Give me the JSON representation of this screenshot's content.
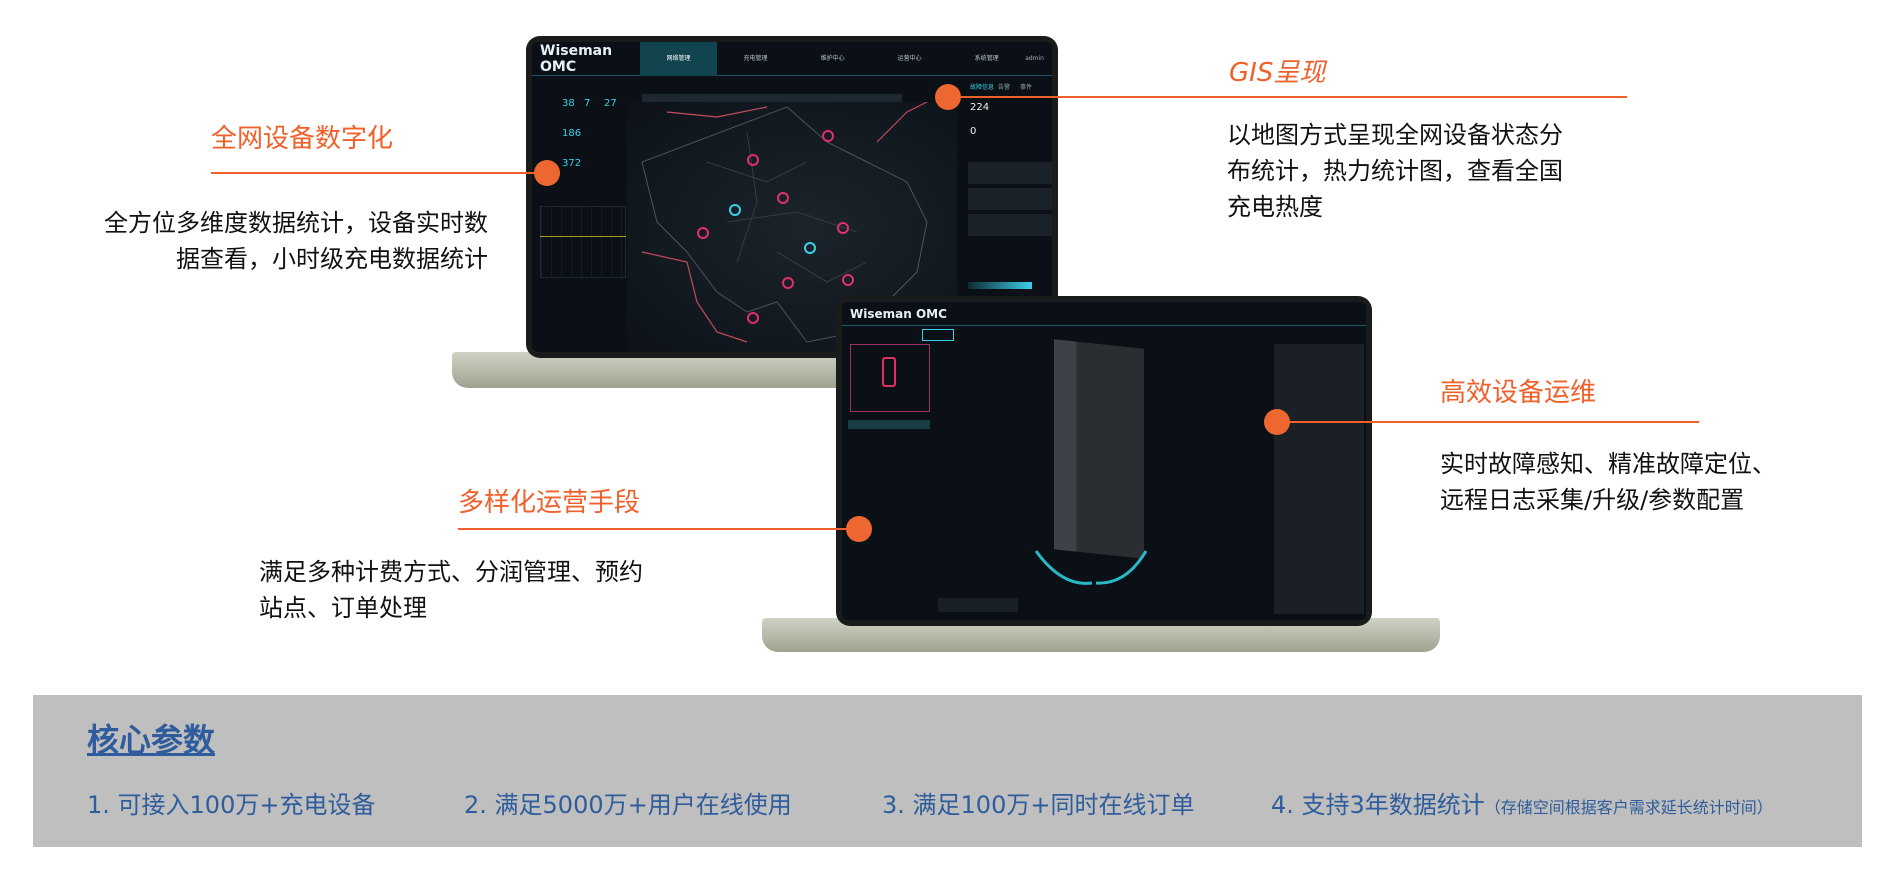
{
  "features": {
    "digitization": {
      "title": "全网设备数字化",
      "lines": [
        "全方位多维度数据统计，设备实时数",
        "据查看，小时级充电数据统计"
      ]
    },
    "gis": {
      "title": "GIS呈现",
      "lines": [
        "以地图方式呈现全网设备状态分",
        "布统计，热力统计图，查看全国",
        "充电热度"
      ]
    },
    "maintenance": {
      "title": "高效设备运维",
      "lines": [
        "实时故障感知、精准故障定位、",
        "远程日志采集/升级/参数配置"
      ]
    },
    "operations": {
      "title": "多样化运营手段",
      "lines": [
        "满足多种计费方式、分润管理、预约",
        "站点、订单处理"
      ]
    }
  },
  "laptop1": {
    "logo": "Wiseman OMC",
    "nav": [
      "网络管理",
      "充电管理",
      "维护中心",
      "运营中心",
      "系统管理"
    ],
    "user": "admin",
    "stats": [
      "38",
      "7",
      "27",
      "186",
      "372"
    ],
    "right_values": [
      "224",
      "0"
    ],
    "right_tabs": [
      "故障信息",
      "告警",
      "事件"
    ]
  },
  "laptop2": {
    "logo": "Wiseman OMC"
  },
  "core": {
    "title": "核心参数",
    "items": [
      "1.  可接入100万+充电设备",
      "2.  满足5000万+用户在线使用",
      "3. 满足100万+同时在线订单",
      "4. 支持3年数据统计"
    ],
    "note": "（存储空间根据客户需求延长统计时间）"
  },
  "colors": {
    "accent": "#f0602a",
    "panel": "#bfbfbf",
    "panel_text": "#2e5c9c",
    "screen": "#0a1016",
    "highlight": "#3ad0e8"
  }
}
